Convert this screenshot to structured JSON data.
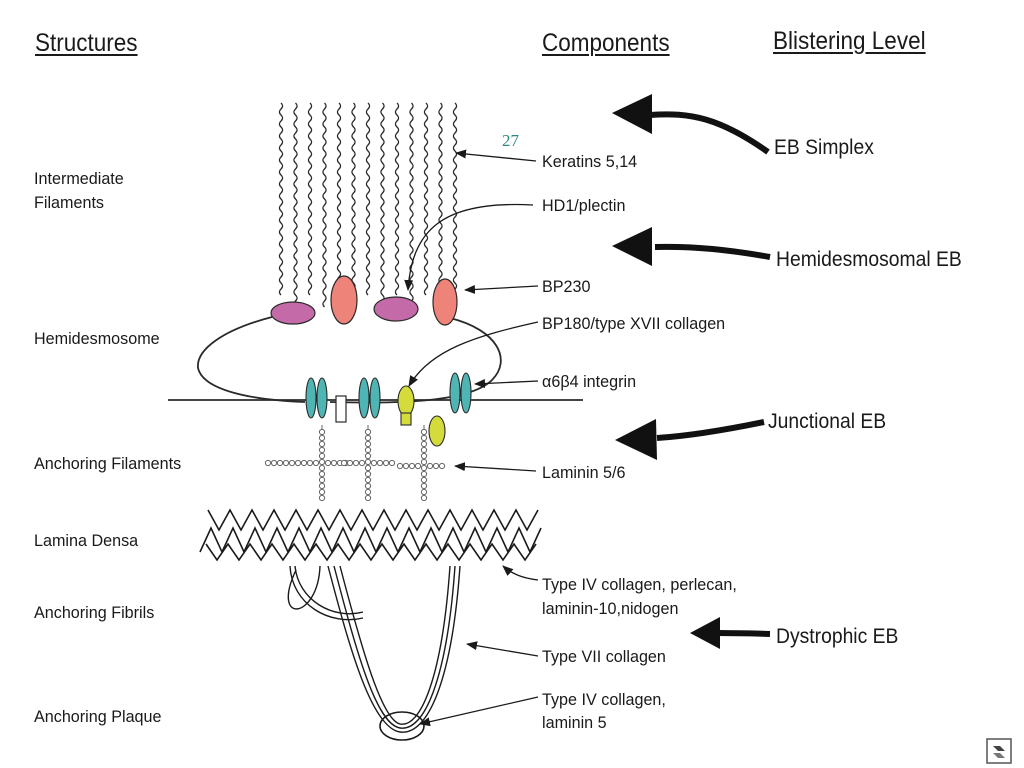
{
  "headers": {
    "structures": "Structures",
    "components": "Components",
    "blistering_level": "Blistering Level"
  },
  "page_number": "27",
  "structures": [
    "Intermediate",
    "Filaments",
    "Hemidesmosome",
    "Anchoring Filaments",
    "Lamina Densa",
    "Anchoring Fibrils",
    "Anchoring Plaque"
  ],
  "components": [
    "Keratins 5,14",
    "HD1/plectin",
    "BP230",
    "BP180/type XVII collagen",
    "α6β4 integrin",
    "Laminin 5/6",
    "Type IV collagen, perlecan,",
    "laminin-10,nidogen",
    "Type VII collagen",
    "Type IV collagen,",
    "laminin 5"
  ],
  "blistering_levels": [
    "EB Simplex",
    "Hemidesmosomal EB",
    "Junctional EB",
    "Dystrophic EB"
  ],
  "colors": {
    "ink": "#1a1a1a",
    "plectin_magenta": "#c56aa8",
    "bp230_salmon": "#ee8479",
    "integrin_teal": "#4fb4b4",
    "bp180_yellow": "#d4dc3c",
    "page_number_teal": "#2f8a84"
  },
  "icons": {
    "corner": "presentation-logo-icon"
  }
}
